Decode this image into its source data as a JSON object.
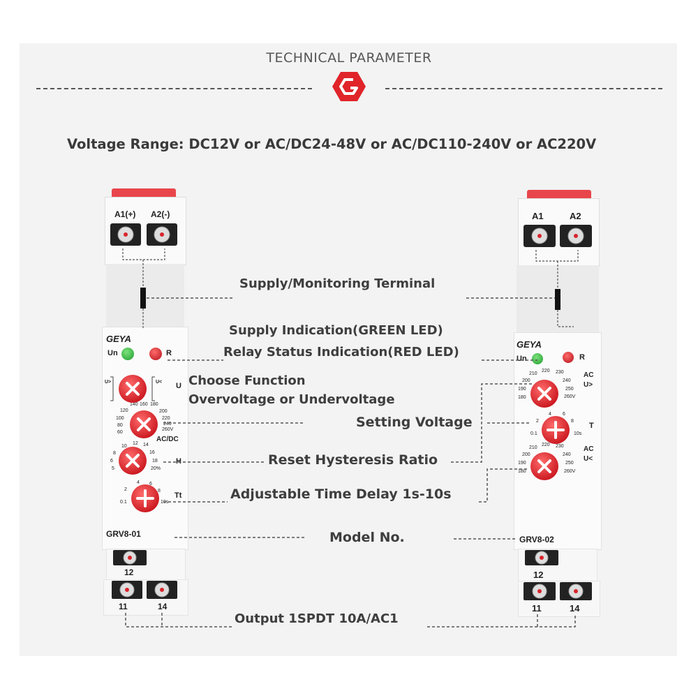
{
  "header": {
    "title": "TECHNICAL PARAMETER",
    "logo_color": "#e0242a"
  },
  "voltage_range": "Voltage Range: DC12V or AC/DC24-48V or AC/DC110-240V or AC220V",
  "callouts": {
    "supply_terminal": "Supply/Monitoring Terminal",
    "supply_indication": "Supply Indication(GREEN LED)",
    "relay_status": "Relay Status Indication(RED LED)",
    "choose_function_1": "Choose Function",
    "choose_function_2": "Overvoltage or Undervoltage",
    "setting_voltage": "Setting Voltage",
    "reset_hysteresis": "Reset Hysteresis Ratio",
    "time_delay": "Adjustable Time Delay 1s-10s",
    "model_no": "Model No.",
    "output": "Output 1SPDT 10A/AC1"
  },
  "left_device": {
    "model": "GRV8-01",
    "brand": "GEYA",
    "terminal_a1": "A1(+)",
    "terminal_a2": "A2(-)",
    "led_un": "Un",
    "led_r": "R",
    "dial_u_label": "U",
    "dial_u_marks": [
      "U>",
      "U<"
    ],
    "dial_voltage_marks": [
      "140",
      "160",
      "180",
      "120",
      "200",
      "100",
      "220",
      "80",
      "240",
      "60",
      "260V"
    ],
    "dial_voltage_label": "AC/DC",
    "dial_h_label": "H",
    "dial_h_marks": [
      "10",
      "12",
      "14",
      "8",
      "16",
      "6",
      "18",
      "5",
      "20%"
    ],
    "dial_t_label": "Tt",
    "dial_t_marks": [
      "2",
      "4",
      "6",
      "8",
      "0.1",
      "10s"
    ],
    "terminal_12": "12",
    "terminal_11": "11",
    "terminal_14": "14"
  },
  "right_device": {
    "model": "GRV8-02",
    "brand": "GEYA",
    "terminal_a1": "A1",
    "terminal_a2": "A2",
    "led_un": "Un",
    "led_r": "R",
    "dial_over_label": "AC",
    "dial_over_sub": "U>",
    "dial_over_marks": [
      "210",
      "220",
      "230",
      "200",
      "240",
      "190",
      "250",
      "180",
      "260V"
    ],
    "dial_t_label": "T",
    "dial_t_marks": [
      "2",
      "4",
      "6",
      "8",
      "0.1",
      "10s"
    ],
    "dial_under_label": "AC",
    "dial_under_sub": "U<",
    "dial_under_marks": [
      "210",
      "220",
      "230",
      "200",
      "240",
      "190",
      "250",
      "180",
      "260V"
    ],
    "terminal_12": "12",
    "terminal_11": "11",
    "terminal_14": "14"
  }
}
